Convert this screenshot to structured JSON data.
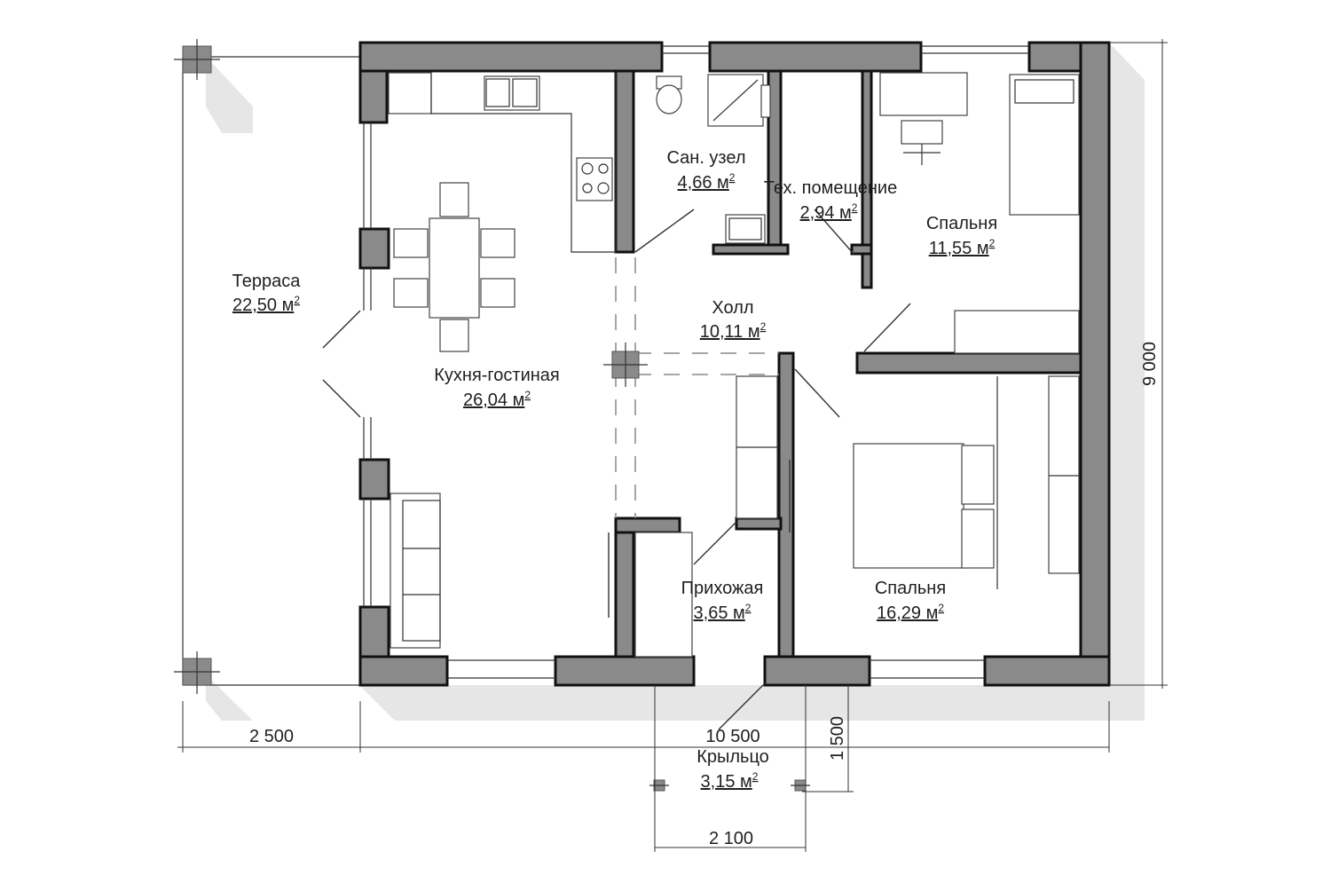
{
  "rooms": [
    {
      "id": "terrace",
      "name": "Терраса",
      "area": "22,50 м",
      "unit_sup": "2"
    },
    {
      "id": "kitchen",
      "name": "Кухня-гостиная",
      "area": "26,04 м",
      "unit_sup": "2"
    },
    {
      "id": "bath",
      "name": "Сан. узел",
      "area": "4,66 м",
      "unit_sup": "2"
    },
    {
      "id": "tech",
      "name": "Тех. помещение",
      "area": "2,94 м",
      "unit_sup": "2"
    },
    {
      "id": "bedroom1",
      "name": "Спальня",
      "area": "11,55 м",
      "unit_sup": "2"
    },
    {
      "id": "hall",
      "name": "Холл",
      "area": "10,11 м",
      "unit_sup": "2"
    },
    {
      "id": "entry",
      "name": "Прихожая",
      "area": "3,65 м",
      "unit_sup": "2"
    },
    {
      "id": "bedroom2",
      "name": "Спальня",
      "area": "16,29 м",
      "unit_sup": "2"
    },
    {
      "id": "porch",
      "name": "Крыльцо",
      "area": "3,15 м",
      "unit_sup": "2"
    }
  ],
  "dimensions": {
    "terrace_width": "2 500",
    "house_width": "10 500",
    "house_depth": "9 000",
    "porch_depth": "1 500",
    "porch_width": "2 100"
  },
  "colors": {
    "wall": "#8a8a8a",
    "wall_outline": "#111111",
    "shadow": "#e6e6e6",
    "text": "#1f1f1f"
  }
}
